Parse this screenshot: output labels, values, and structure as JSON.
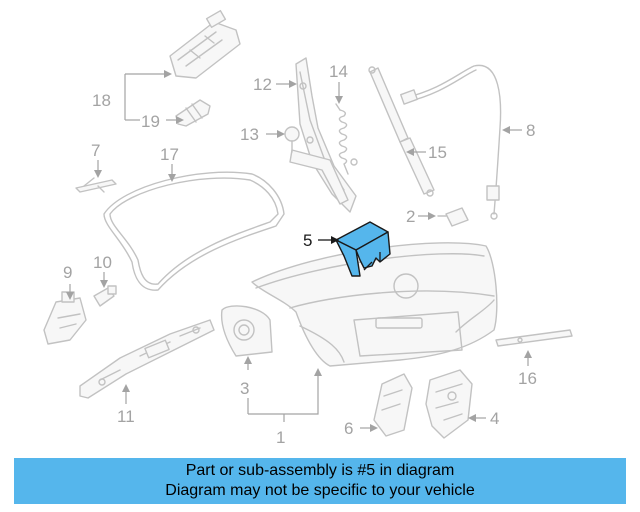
{
  "callouts": {
    "c1": "1",
    "c2": "2",
    "c3": "3",
    "c4": "4",
    "c5": "5",
    "c6": "6",
    "c7": "7",
    "c8": "8",
    "c9": "9",
    "c10": "10",
    "c11": "11",
    "c12": "12",
    "c13": "13",
    "c14": "14",
    "c15": "15",
    "c16": "16",
    "c17": "17",
    "c18": "18",
    "c19": "19"
  },
  "highlight": {
    "part": "5",
    "fill": "#55b6ec"
  },
  "banner": {
    "line1": "Part or sub-assembly is #5 in diagram",
    "line2": "Diagram may not be specific to your vehicle",
    "background": "#55b6ec"
  }
}
